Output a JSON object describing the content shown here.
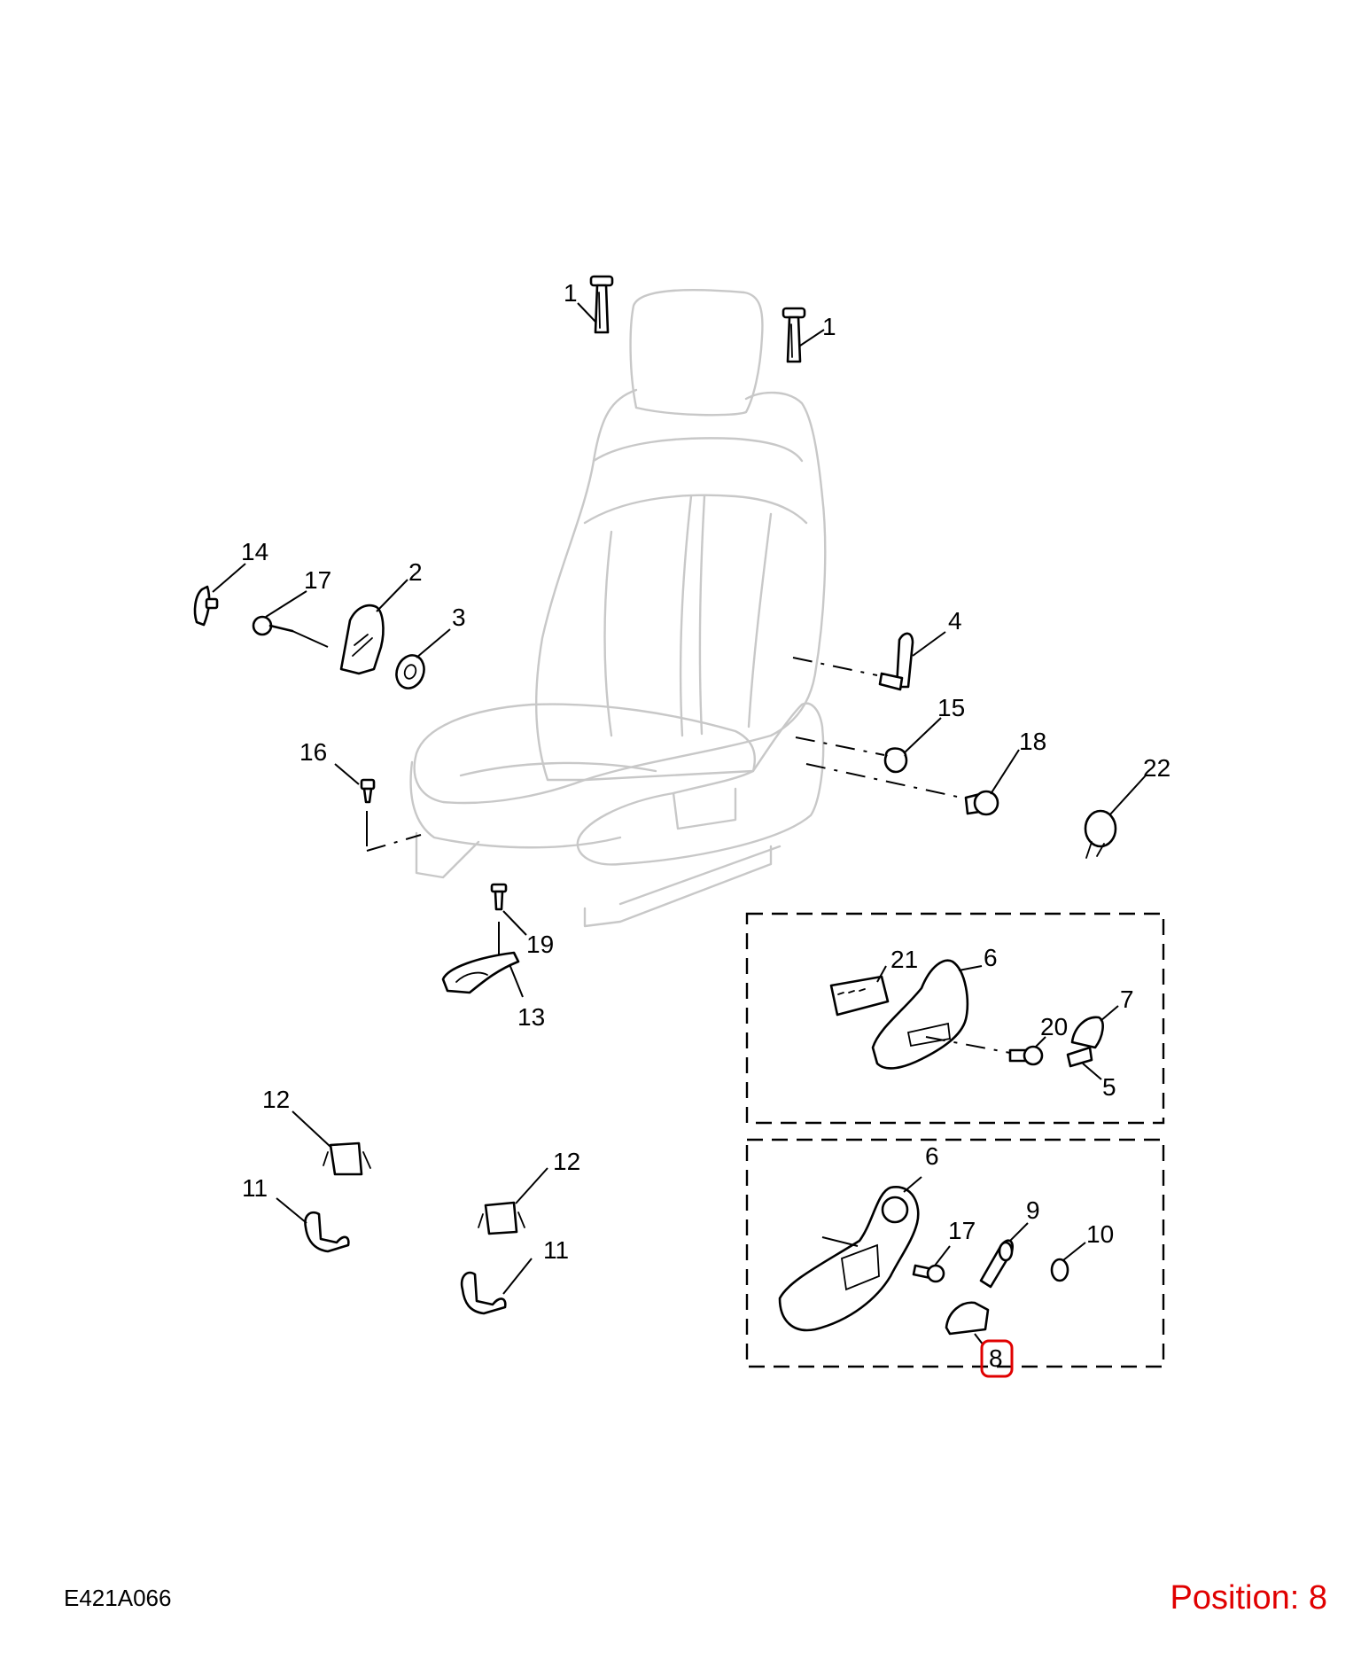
{
  "diagram": {
    "reference_code": "E421A066",
    "position_label": "Position: 8",
    "highlighted_callout": "8",
    "highlight_color": "#e00000",
    "callouts": [
      {
        "id": "c1a",
        "label": "1"
      },
      {
        "id": "c1b",
        "label": "1"
      },
      {
        "id": "c14",
        "label": "14"
      },
      {
        "id": "c17a",
        "label": "17"
      },
      {
        "id": "c2",
        "label": "2"
      },
      {
        "id": "c3",
        "label": "3"
      },
      {
        "id": "c4",
        "label": "4"
      },
      {
        "id": "c15",
        "label": "15"
      },
      {
        "id": "c18",
        "label": "18"
      },
      {
        "id": "c22",
        "label": "22"
      },
      {
        "id": "c16",
        "label": "16"
      },
      {
        "id": "c19",
        "label": "19"
      },
      {
        "id": "c13",
        "label": "13"
      },
      {
        "id": "c21",
        "label": "21"
      },
      {
        "id": "c6a",
        "label": "6"
      },
      {
        "id": "c20",
        "label": "20"
      },
      {
        "id": "c7",
        "label": "7"
      },
      {
        "id": "c5",
        "label": "5"
      },
      {
        "id": "c12a",
        "label": "12"
      },
      {
        "id": "c11a",
        "label": "11"
      },
      {
        "id": "c12b",
        "label": "12"
      },
      {
        "id": "c11b",
        "label": "11"
      },
      {
        "id": "c6b",
        "label": "6"
      },
      {
        "id": "c17b",
        "label": "17"
      },
      {
        "id": "c9",
        "label": "9"
      },
      {
        "id": "c10",
        "label": "10"
      },
      {
        "id": "c8",
        "label": "8"
      }
    ]
  }
}
